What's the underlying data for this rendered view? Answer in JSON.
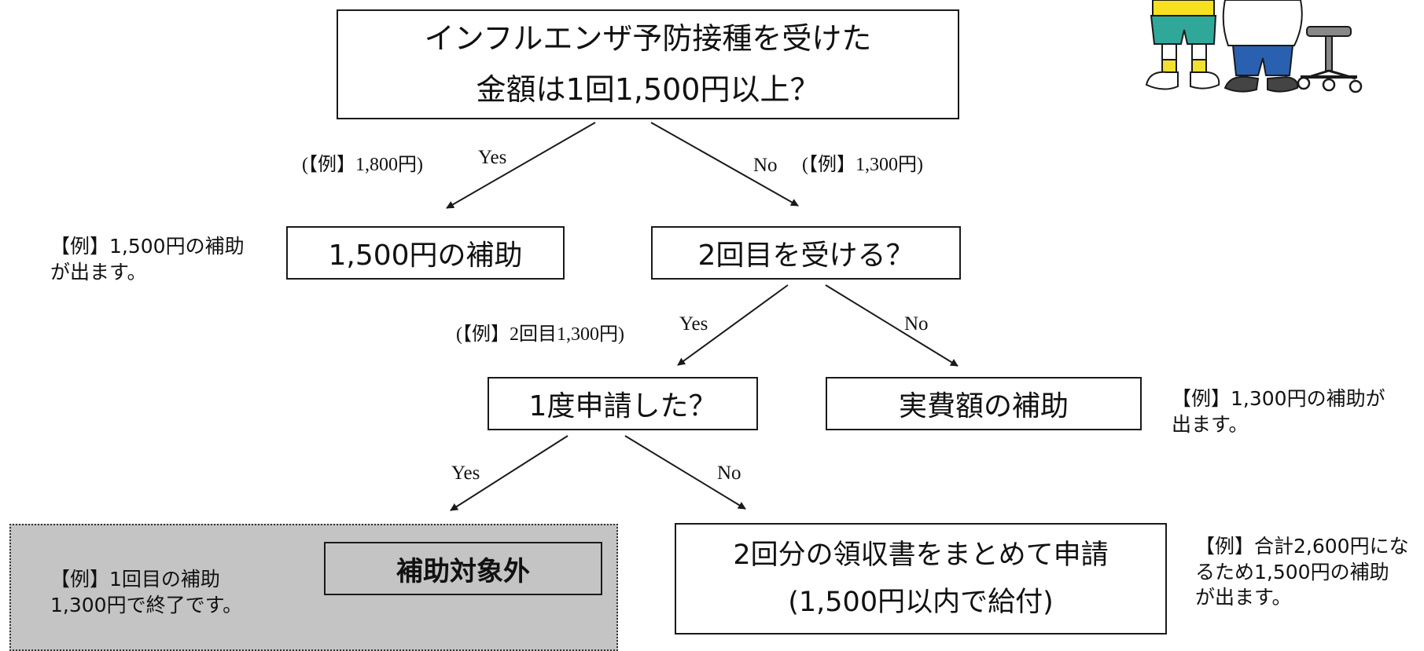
{
  "nodes": {
    "q1_line1": "インフルエンザ予防接種を受けた",
    "q1_line2": "金額は1回1,500円以上？",
    "subsidy_1500": "1,500円の補助",
    "q2": "2回目を受ける？",
    "q3": "1度申請した？",
    "actual_cost": "実費額の補助",
    "not_covered": "補助対象外",
    "combine_line1": "2回分の領収書をまとめて申請",
    "combine_line2": "(1,500円以内で給付)"
  },
  "edges": {
    "q1_yes": "Yes",
    "q1_yes_example": "(【例】1,800円)",
    "q1_no": "No",
    "q1_no_example": "(【例】1,300円)",
    "q2_yes": "Yes",
    "q2_yes_example": "(【例】2回目1,300円)",
    "q2_no": "No",
    "q3_yes": "Yes",
    "q3_no": "No"
  },
  "notes": {
    "subsidy_1500_line1": "【例】1,500円の補助",
    "subsidy_1500_line2": "が出ます。",
    "actual_line1": "【例】1,300円の補助が",
    "actual_line2": "出ます。",
    "not_covered_line1": "【例】1回目の補助",
    "not_covered_line2": "1,300円で終了です。",
    "combine_line1": "【例】合計2,600円にな",
    "combine_line2": "るため1,500円の補助",
    "combine_line3": "が出ます。"
  },
  "colors": {
    "line": "#1a1a1a",
    "panel": "#c4c4c4",
    "shirt": "#f7e020",
    "shorts": "#2fa89a",
    "chair": "#2a60b0"
  }
}
